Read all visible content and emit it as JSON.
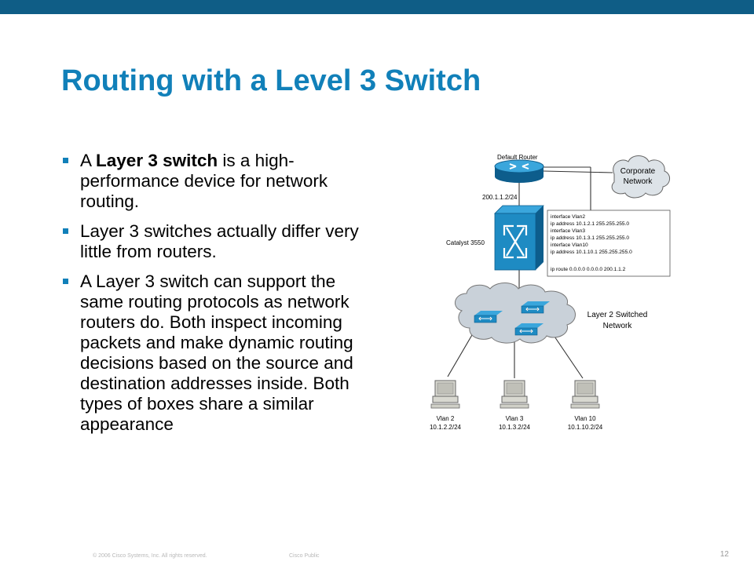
{
  "title": "Routing with a Level 3 Switch",
  "bullets": [
    {
      "pre": "A ",
      "bold": "Layer 3 switch",
      "post": " is a high-performance device for network routing."
    },
    {
      "pre": "Layer 3 switches actually differ very little from routers.",
      "bold": "",
      "post": ""
    },
    {
      "pre": "A Layer 3 switch can support the same routing protocols as network routers do. Both inspect incoming packets and make dynamic routing decisions based on the source and destination addresses inside. Both types of boxes share a similar appearance",
      "bold": "",
      "post": ""
    }
  ],
  "diagram": {
    "router_label": "Default Router",
    "router_ip": "200.1.1.2/24",
    "corporate_cloud": [
      "Corporate",
      "Network"
    ],
    "switch_label": "Catalyst 3550",
    "config_lines": [
      "interface Vlan2",
      "ip address 10.1.2.1 255.255.255.0",
      "interface Vlan3",
      "ip address 10.1.3.1 255.255.255.0",
      "interface Vlan10",
      "ip address 10.1.10.1 255.255.255.0",
      "",
      "ip route 0.0.0.0 0.0.0.0 200.1.1.2"
    ],
    "l2_cloud": [
      "Layer 2 Switched",
      "Network"
    ],
    "hosts": [
      {
        "vlan": "Vlan 2",
        "ip": "10.1.2.2/24"
      },
      {
        "vlan": "Vlan 3",
        "ip": "10.1.3.2/24"
      },
      {
        "vlan": "Vlan 10",
        "ip": "10.1.10.2/24"
      }
    ],
    "colors": {
      "device": "#1e8bc3",
      "device_dark": "#0d5d8c",
      "cloud": "#c9d1d9"
    }
  },
  "footer": {
    "copyright": "© 2006 Cisco Systems, Inc. All rights reserved.",
    "classification": "Cisco Public",
    "page": "12"
  },
  "colors": {
    "top_bar": "#0f5d86",
    "title": "#1180b9"
  }
}
